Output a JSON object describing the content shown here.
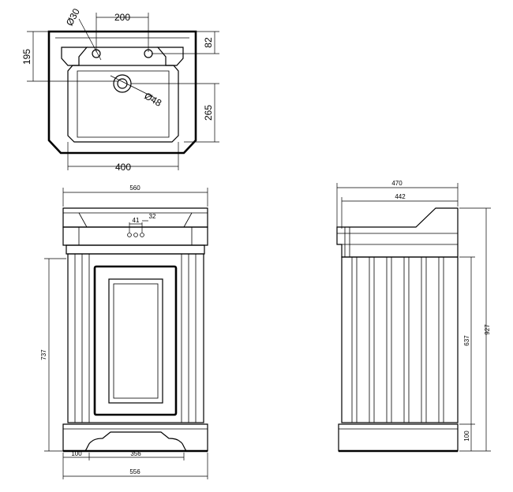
{
  "plan_view": {
    "dims": {
      "tap_hole_spacing": "200",
      "tap_hole_diameter": "Ø30",
      "basin_depth": "195",
      "tap_offset": "82",
      "waste_to_front": "265",
      "waste_diameter": "Ø48",
      "bowl_width": "400"
    }
  },
  "front_view": {
    "dims": {
      "overall_width": "560",
      "tap_hole_offset": "41",
      "tap_hole_spacing": "32",
      "cabinet_height": "737",
      "plinth_setback": "100",
      "plinth_cutout": "356",
      "base_width": "556"
    }
  },
  "side_view": {
    "dims": {
      "overall_depth": "470",
      "cabinet_depth": "442",
      "total_height": "927",
      "carcass_height": "637",
      "plinth_height": "100"
    }
  }
}
